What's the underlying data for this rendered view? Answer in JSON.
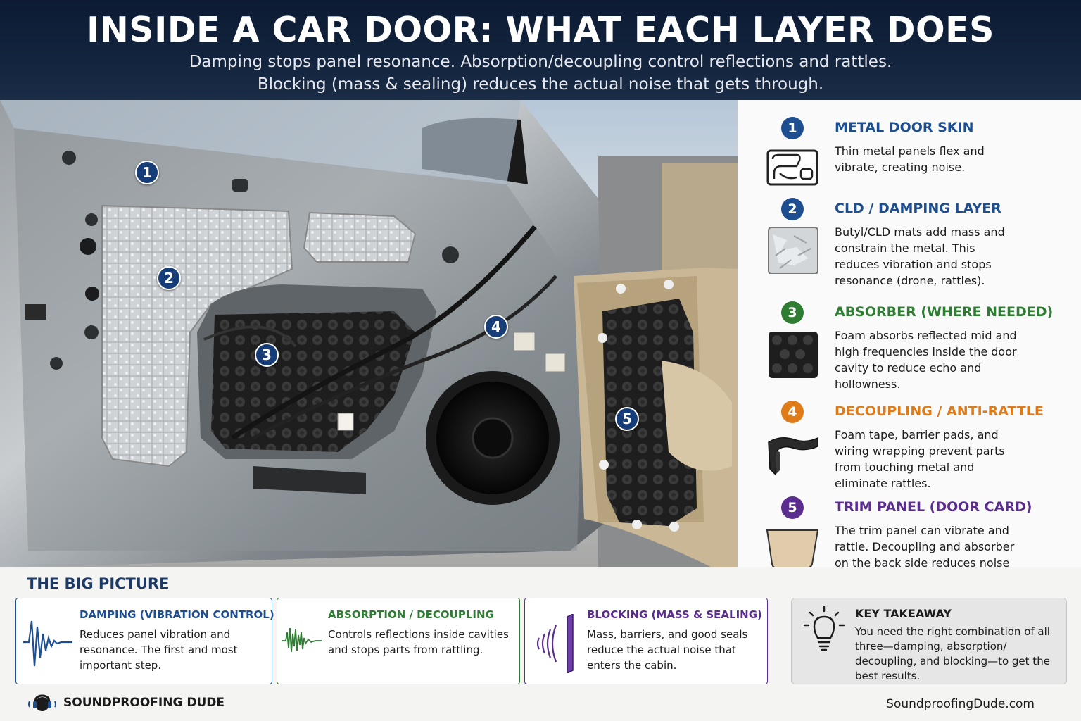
{
  "header": {
    "title": "INSIDE A CAR DOOR: WHAT EACH LAYER DOES",
    "subtitle_line1": "Damping stops panel resonance. Absorption/decoupling control reflections and rattles.",
    "subtitle_line2": "Blocking (mass & sealing) reduces the actual noise that gets through."
  },
  "photo_badges": [
    "1",
    "2",
    "3",
    "4",
    "5"
  ],
  "layers": [
    {
      "number": "1",
      "title": "METAL DOOR SKIN",
      "color": "#1d4e8f",
      "description": "Thin metal panels flex and vibrate, creating noise.",
      "icon": "metal-skin-icon"
    },
    {
      "number": "2",
      "title": "CLD / DAMPING LAYER",
      "color": "#1d4e8f",
      "description": "Butyl/CLD mats add mass and constrain the metal. This reduces vibration and stops resonance (drone, rattles).",
      "icon": "foil-mat-icon"
    },
    {
      "number": "3",
      "title": "ABSORBER (WHERE NEEDED)",
      "color": "#2e7d32",
      "description": "Foam absorbs reflected mid and high frequencies inside the door cavity to reduce echo and hollowness.",
      "icon": "foam-icon"
    },
    {
      "number": "4",
      "title": "DECOUPLING / ANTI-RATTLE",
      "color": "#e07b1a",
      "description": "Foam tape, barrier pads, and wiring wrapping prevent parts from touching metal and eliminate rattles.",
      "icon": "foam-tape-icon"
    },
    {
      "number": "5",
      "title": "TRIM PANEL (DOOR CARD)",
      "color": "#5b2d8e",
      "description": "The trim panel can vibrate and rattle. Decoupling and absorber on the back side reduces noise transfer.",
      "icon": "trim-panel-icon"
    }
  ],
  "big_picture": {
    "title": "THE BIG PICTURE",
    "cards": [
      {
        "title": "DAMPING (VIBRATION CONTROL)",
        "color": "#1d4e8f",
        "description": "Reduces panel vibration and resonance. The first and most important step.",
        "icon": "damped-wave-icon"
      },
      {
        "title": "ABSORPTION / DECOUPLING",
        "color": "#2e7d32",
        "description": "Controls reflections inside cavities and stops parts from rattling.",
        "icon": "noisy-wave-icon"
      },
      {
        "title": "BLOCKING (MASS & SEALING)",
        "color": "#5b2d8e",
        "description": "Mass, barriers, and good seals reduce the actual noise that enters the cabin.",
        "icon": "sound-barrier-icon"
      }
    ],
    "takeaway": {
      "title": "KEY TAKEAWAY",
      "description": "You need the right combination of all three—damping, absorption/ decoupling, and blocking—to get the best results.",
      "icon": "lightbulb-icon"
    }
  },
  "footer": {
    "brand": "SOUNDPROOFING DUDE",
    "website": "SoundproofingDude.com"
  }
}
